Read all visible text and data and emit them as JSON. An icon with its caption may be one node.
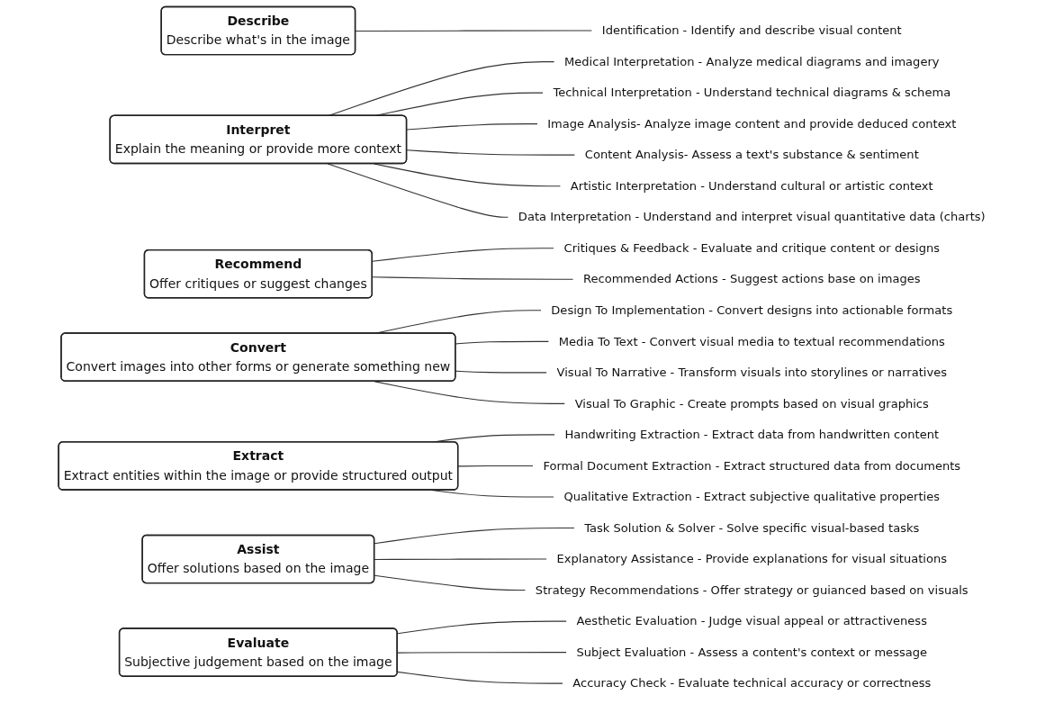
{
  "diagram": {
    "nodes": [
      {
        "text": [
          "Describe",
          "Describe what's in the image"
        ]
      },
      {
        "text": [
          "Identification - Identify and describe visual content"
        ]
      },
      {
        "text": [
          "Interpret",
          "Explain the meaning or provide more context"
        ]
      },
      {
        "text": [
          "Medical Interpretation - Analyze medical diagrams and imagery"
        ]
      },
      {
        "text": [
          "Technical Interpretation - Understand technical diagrams & schema"
        ]
      },
      {
        "text": [
          "Image Analysis- Analyze image content and provide deduced context"
        ]
      },
      {
        "text": [
          "Content Analysis- Assess a text's substance & sentiment"
        ]
      },
      {
        "text": [
          "Artistic Interpretation - Understand cultural or artistic context"
        ]
      },
      {
        "text": [
          "Data Interpretation - Understand and interpret visual quantitative data (charts)"
        ]
      },
      {
        "text": [
          "Recommend",
          "Offer critiques or suggest changes"
        ]
      },
      {
        "text": [
          "Critiques & Feedback - Evaluate and critique content or designs"
        ]
      },
      {
        "text": [
          "Recommended Actions - Suggest actions base on images"
        ]
      },
      {
        "text": [
          "Convert",
          "Convert images into other forms or generate something new"
        ]
      },
      {
        "text": [
          "Design To Implementation - Convert designs into actionable formats"
        ]
      },
      {
        "text": [
          "Media To Text - Convert visual media to textual recommendations"
        ]
      },
      {
        "text": [
          "Visual To Narrative - Transform visuals into storylines or narratives"
        ]
      },
      {
        "text": [
          "Visual To Graphic - Create prompts based on visual graphics"
        ]
      },
      {
        "text": [
          "Extract",
          "Extract entities within the image or provide structured output"
        ]
      },
      {
        "text": [
          "Handwriting Extraction - Extract data from handwritten content"
        ]
      },
      {
        "text": [
          "Formal Document Extraction - Extract structured data from documents"
        ]
      },
      {
        "text": [
          "Qualitative Extraction - Extract subjective qualitative properties"
        ]
      },
      {
        "text": [
          "Assist",
          "Offer solutions based on the image"
        ]
      },
      {
        "text": [
          "Task Solution & Solver - Solve specific visual-based tasks"
        ]
      },
      {
        "text": [
          "Explanatory Assistance - Provide explanations for visual situations"
        ]
      },
      {
        "text": [
          "Strategy Recommendations - Offer strategy or guianced based on visuals"
        ]
      },
      {
        "text": [
          "Evaluate",
          "Subjective judgement based on the image"
        ]
      },
      {
        "text": [
          "Aesthetic Evaluation - Judge visual appeal or attractiveness"
        ]
      },
      {
        "text": [
          "Subject Evaluation - Assess a content's context or message"
        ]
      },
      {
        "text": [
          "Accuracy Check - Evaluate technical accuracy or correctness"
        ]
      }
    ],
    "edges": [
      {
        "from": 0,
        "to": 1,
        "arrow": "none"
      },
      {
        "from": 2,
        "to": 3,
        "arrow": "none"
      },
      {
        "from": 2,
        "to": 4,
        "arrow": "none"
      },
      {
        "from": 2,
        "to": 5,
        "arrow": "none"
      },
      {
        "from": 2,
        "to": 6,
        "arrow": "none"
      },
      {
        "from": 2,
        "to": 7,
        "arrow": "none"
      },
      {
        "from": 2,
        "to": 8,
        "arrow": "none"
      },
      {
        "from": 9,
        "to": 10,
        "arrow": "none"
      },
      {
        "from": 9,
        "to": 11,
        "arrow": "none"
      },
      {
        "from": 12,
        "to": 13,
        "arrow": "none"
      },
      {
        "from": 12,
        "to": 14,
        "arrow": "none"
      },
      {
        "from": 12,
        "to": 15,
        "arrow": "none"
      },
      {
        "from": 12,
        "to": 16,
        "arrow": "none"
      },
      {
        "from": 17,
        "to": 18,
        "arrow": "none"
      },
      {
        "from": 17,
        "to": 19,
        "arrow": "none"
      },
      {
        "from": 17,
        "to": 20,
        "arrow": "none"
      },
      {
        "from": 21,
        "to": 22,
        "arrow": "none"
      },
      {
        "from": 21,
        "to": 23,
        "arrow": "none"
      },
      {
        "from": 21,
        "to": 24,
        "arrow": "none"
      },
      {
        "from": 25,
        "to": 26,
        "arrow": "none"
      },
      {
        "from": 25,
        "to": 27,
        "arrow": "none"
      },
      {
        "from": 25,
        "to": 28,
        "arrow": "none"
      }
    ]
  }
}
